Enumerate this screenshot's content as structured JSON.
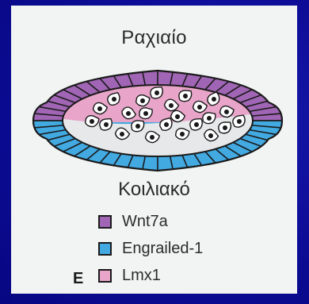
{
  "labels": {
    "top": "Ραχιαίο",
    "bottom": "Κοιλιακό",
    "panel_letter": "E"
  },
  "legend": [
    {
      "label": "Wnt7a",
      "color": "#a065b4"
    },
    {
      "label": "Engrailed-1",
      "color": "#42a9e1"
    },
    {
      "label": "Lmx1",
      "color": "#e8a5c9"
    }
  ],
  "colors": {
    "background": "#0a0a8e",
    "panel": "#f1f4f2",
    "dorsal_ectoderm": "#a065b4",
    "ventral_ectoderm": "#42a9e1",
    "dorsal_mesenchyme": "#e8a5c9",
    "ventral_mesenchyme": "#e6e8ea",
    "outline": "#1a1a1a"
  }
}
